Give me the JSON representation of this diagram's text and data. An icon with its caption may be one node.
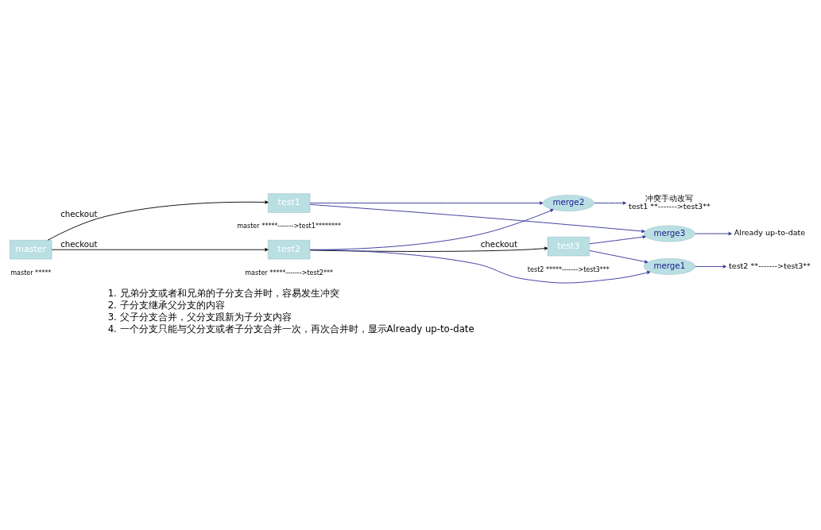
{
  "diagram": {
    "nodes": [
      {
        "text": [
          "master"
        ],
        "beside": [
          "master *****"
        ]
      },
      {
        "text": [
          "test1"
        ],
        "beside": [
          "master *****------->test1********"
        ]
      },
      {
        "text": [
          "test2"
        ],
        "beside": [
          "master *****------->test2***"
        ]
      },
      {
        "text": [
          "test3"
        ],
        "beside": [
          "test2 *****------->test3***"
        ]
      },
      {
        "text": [
          "merge2"
        ]
      },
      {
        "text": [
          "merge3"
        ]
      },
      {
        "text": [
          "merge1"
        ]
      },
      {
        "text": [
          "冲突手动改写",
          "test1 **------->test3**"
        ]
      },
      {
        "text": [
          "Already up-to-date"
        ]
      },
      {
        "text": [
          "test2 **------->test3**"
        ]
      }
    ],
    "edges": [
      {
        "from": 0,
        "to": 1,
        "arrow": "to",
        "label": "checkout",
        "color": "#000000"
      },
      {
        "from": 0,
        "to": 2,
        "arrow": "to",
        "label": "checkout",
        "color": "#000000"
      },
      {
        "from": 2,
        "to": 3,
        "arrow": "to",
        "label": "checkout",
        "color": "#000000"
      },
      {
        "from": 1,
        "to": 4,
        "arrow": "to"
      },
      {
        "from": 2,
        "to": 4,
        "arrow": "to"
      },
      {
        "from": 1,
        "to": 5,
        "arrow": "to"
      },
      {
        "from": 3,
        "to": 5,
        "arrow": "to"
      },
      {
        "from": 5,
        "to": 8,
        "arrow": "to"
      },
      {
        "from": 4,
        "to": 7,
        "arrow": "to"
      },
      {
        "from": 2,
        "to": 6,
        "arrow": "to"
      },
      {
        "from": 3,
        "to": 6,
        "arrow": "to"
      },
      {
        "from": 6,
        "to": 9,
        "arrow": "to"
      }
    ],
    "labels": [
      "1. 兄弟分支或者和兄弟的子分支合并时，容易发生冲突",
      "2. 子分支继承父分支的内容",
      "3. 父子分支合并，父分支跟新为子分支内容",
      "4. 一个分支只能与父分支或者子分支合并一次，再次合并时，显示Already up-to-date"
    ]
  }
}
